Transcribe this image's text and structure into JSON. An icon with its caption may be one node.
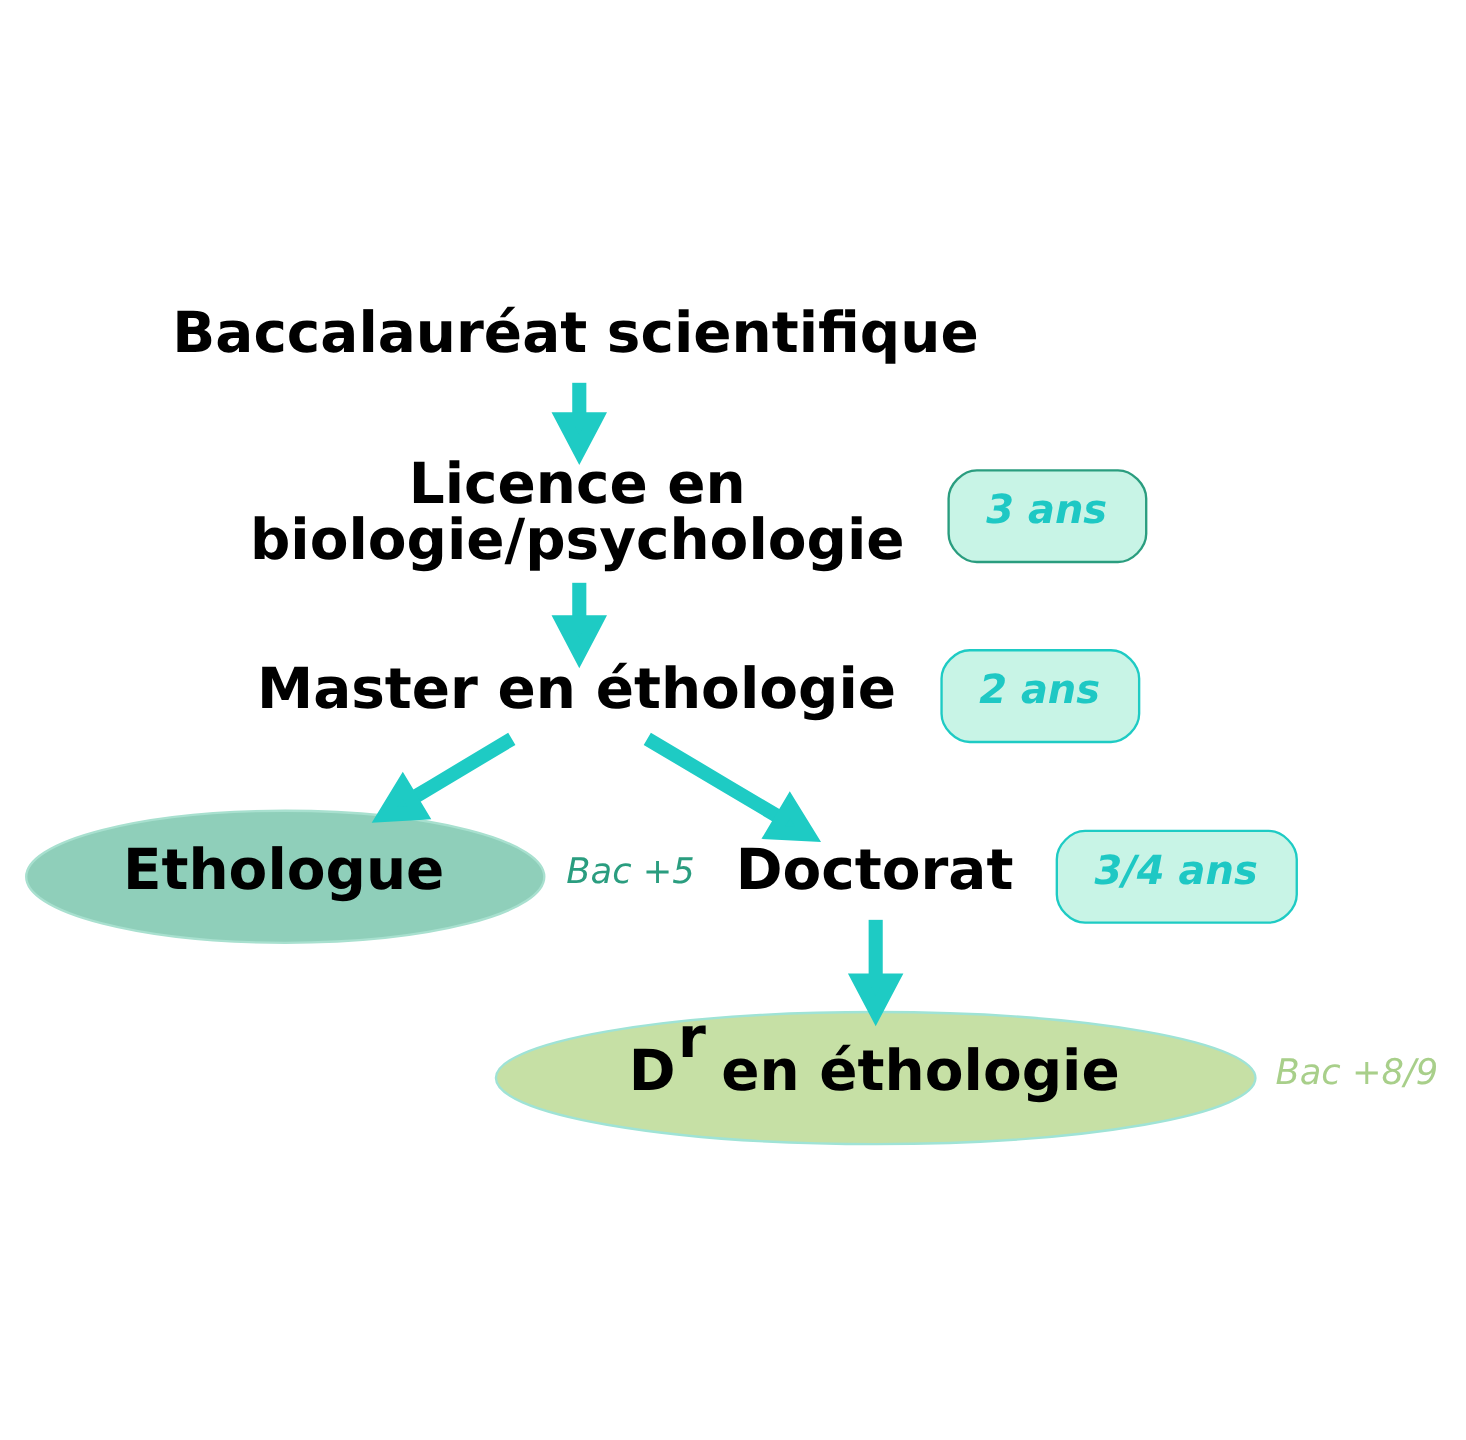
{
  "diagram": {
    "nodes": [
      {
        "text": [
          "Baccalauréat scientifique"
        ]
      },
      {
        "text": [
          "Licence en biologie/psychologie"
        ]
      },
      {
        "text": [
          "Master en éthologie"
        ]
      },
      {
        "text": [
          "Ethologue"
        ],
        "beside": [
          "Bac +5"
        ]
      },
      {
        "text": [
          "Doctorat"
        ]
      },
      {
        "text": [
          "D$^{r}$ en éthologie"
        ],
        "beside": [
          "Bac +8/9"
        ]
      },
      {
        "text": [
          "3 ans"
        ]
      },
      {
        "text": [
          "2 ans"
        ]
      },
      {
        "text": [
          "3/4 ans"
        ]
      }
    ],
    "edges": [
      {
        "from": 0,
        "to": 1,
        "arrow": "to"
      },
      {
        "from": 1,
        "to": 2,
        "arrow": "to"
      },
      {
        "from": 2,
        "to": 3,
        "arrow": "to"
      },
      {
        "from": 2,
        "to": 4,
        "arrow": "to"
      },
      {
        "from": 4,
        "to": 5,
        "arrow": "to"
      }
    ]
  }
}
